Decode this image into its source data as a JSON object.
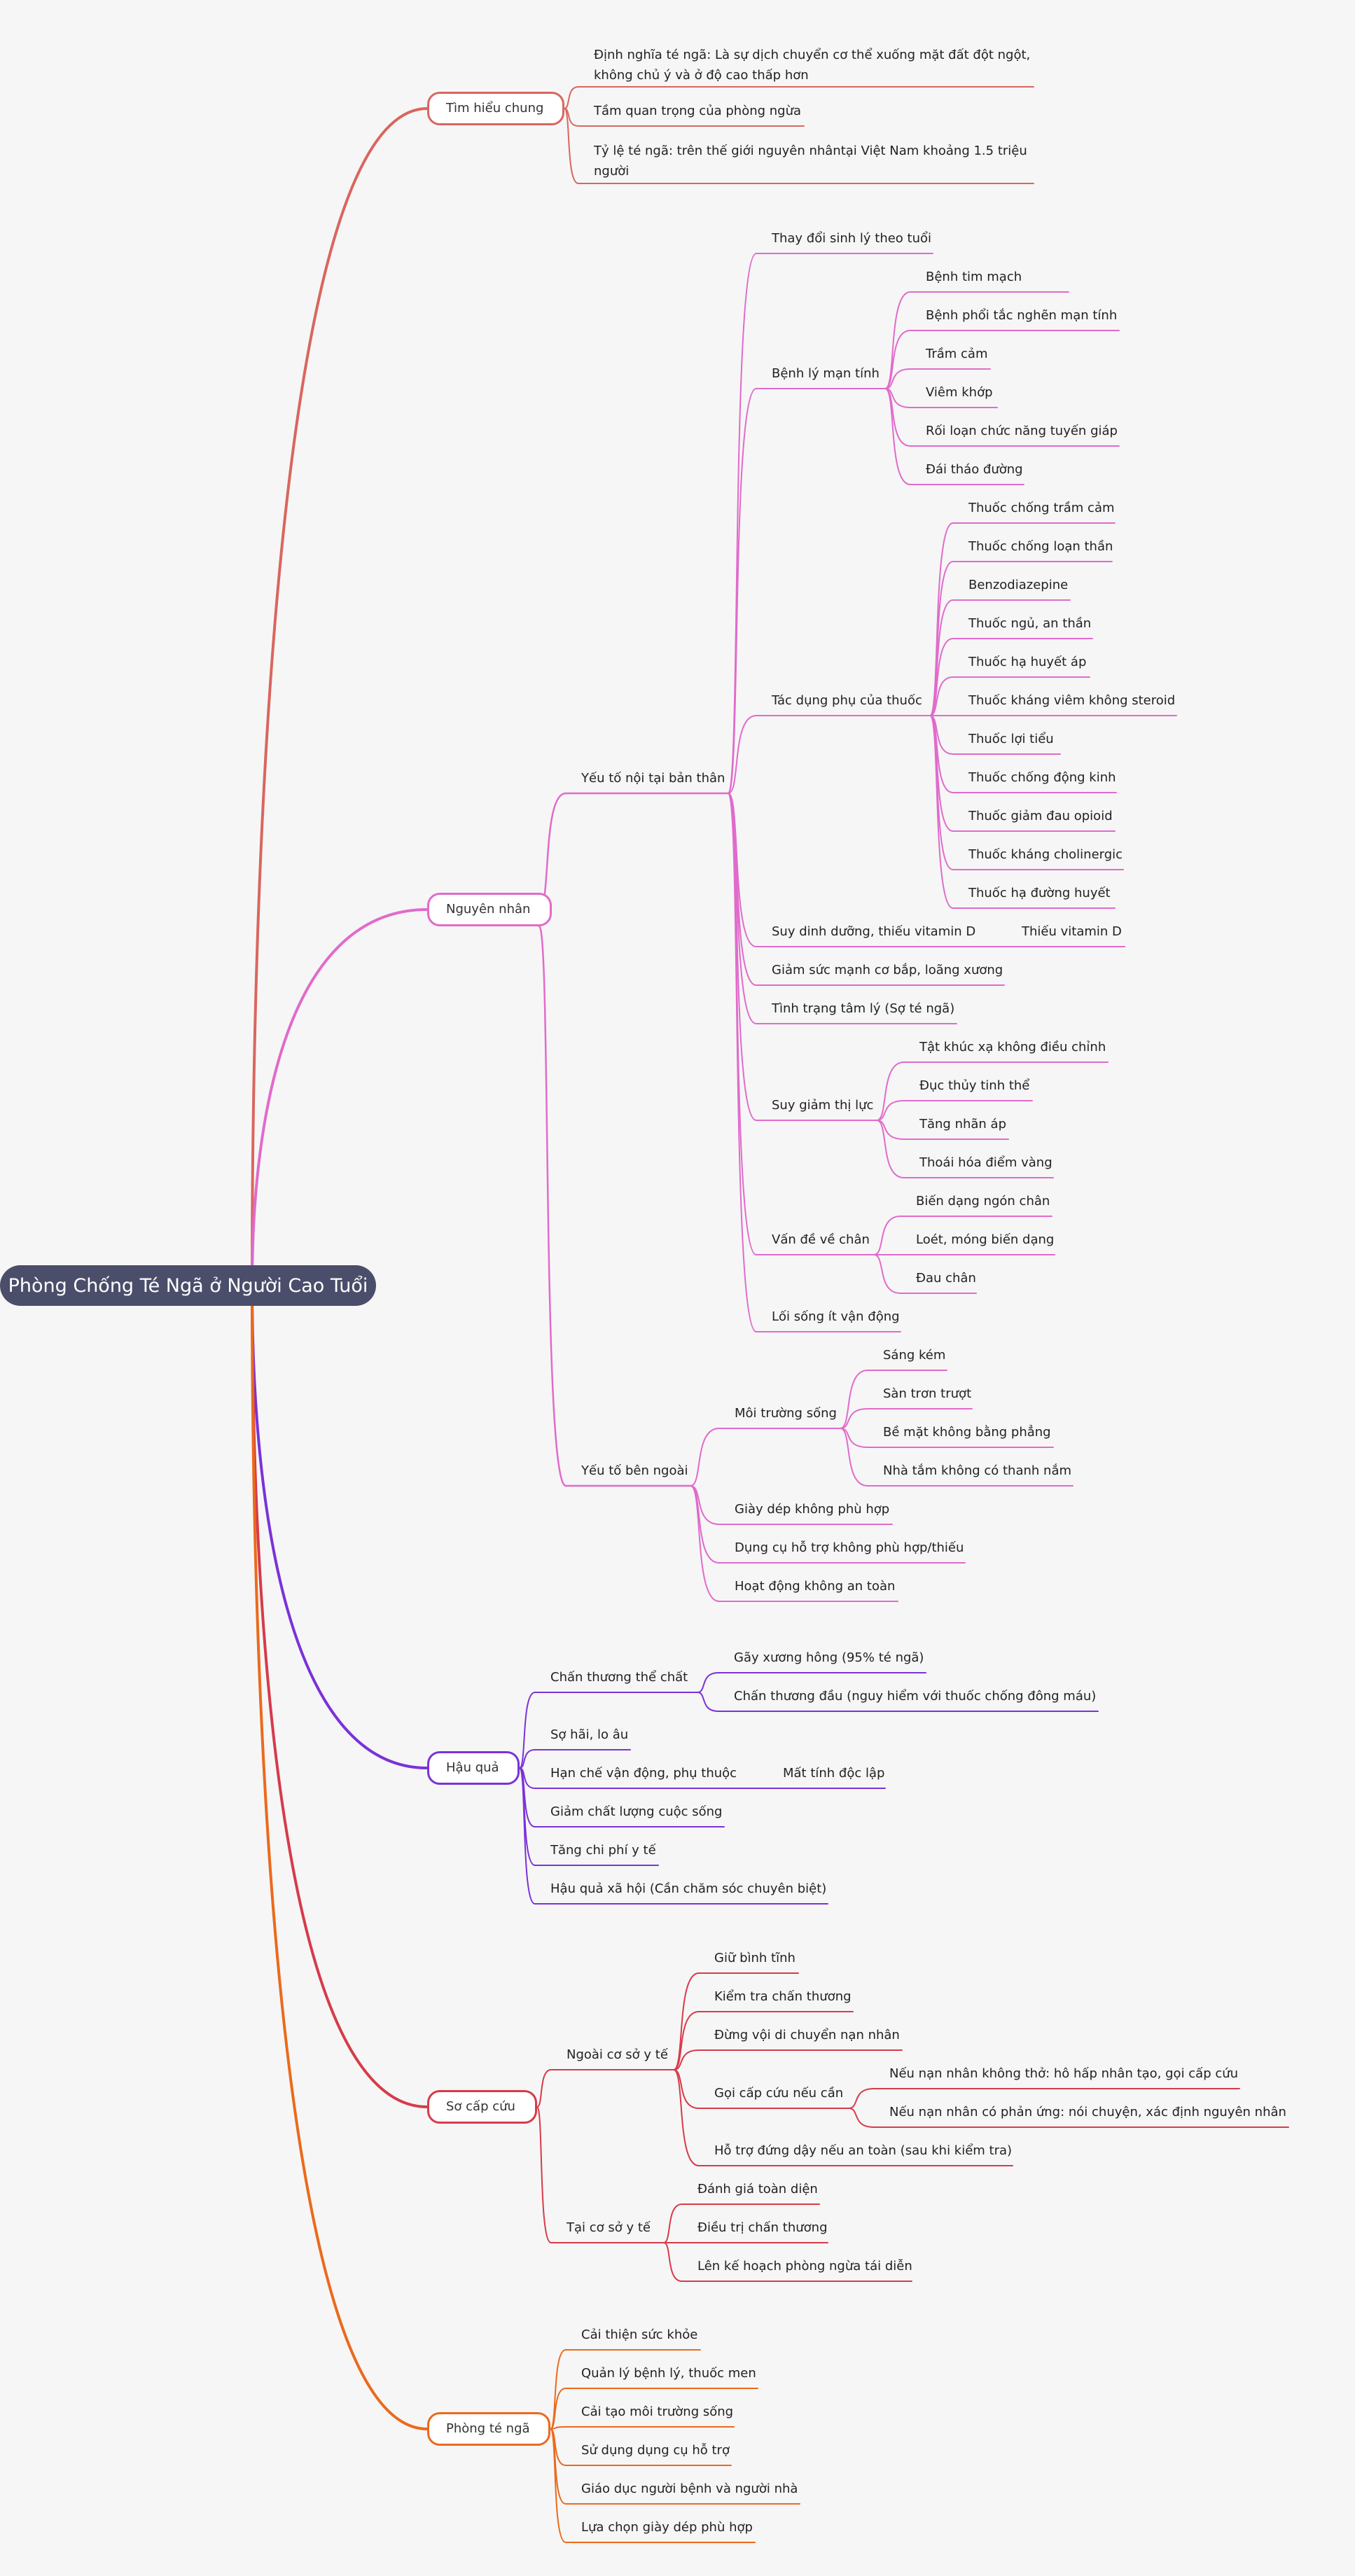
{
  "title": "Phòng Chống Té Ngã ở Người Cao Tuổi",
  "colors": {
    "background": "#f6f6f6",
    "root": "#4a4e6a",
    "tim_hieu_chung": "#d9665f",
    "nguyen_nhan": "#e06bcb",
    "hau_qua": "#7a32d8",
    "so_cap_cuu": "#d63b4a",
    "phong_te_nga": "#ea6a1c"
  },
  "branches": {
    "tim_hieu_chung": {
      "label": "Tìm hiểu chung",
      "items": [
        "Định nghĩa té ngã: Là sự dịch chuyển cơ thể xuống mặt đất đột ngột, không chủ ý và ở độ cao thấp hơn",
        "Tầm quan trọng của phòng ngừa",
        "Tỷ lệ té ngã: trên thế giới nguyên nhântại Việt Nam khoảng 1.5 triệu người"
      ]
    },
    "nguyen_nhan": {
      "label": "Nguyên nhân",
      "noi_tai": {
        "label": "Yếu tố nội tại bản thân",
        "sinh_ly": "Thay đổi sinh lý theo tuổi",
        "benh_ly": {
          "label": "Bệnh lý mạn tính",
          "items": [
            "Bệnh tim mạch",
            "Bệnh phổi tắc nghẽn mạn tính",
            "Trầm cảm",
            "Viêm khớp",
            "Rối loạn chức năng tuyến giáp",
            "Đái tháo đường"
          ]
        },
        "thuoc": {
          "label": "Tác dụng phụ của thuốc",
          "items": [
            "Thuốc chống trầm cảm",
            "Thuốc chống loạn thần",
            "Benzodiazepine",
            "Thuốc ngủ, an thần",
            "Thuốc hạ huyết áp",
            "Thuốc kháng viêm không steroid",
            "Thuốc lợi tiểu",
            "Thuốc chống động kinh",
            "Thuốc giảm đau opioid",
            "Thuốc kháng cholinergic",
            "Thuốc hạ đường huyết"
          ]
        },
        "dinh_duong": {
          "label": "Suy dinh dưỡng, thiếu vitamin D",
          "child": "Thiếu vitamin D"
        },
        "co_bap": "Giảm sức mạnh cơ bắp, loãng xương",
        "tam_ly": "Tình trạng tâm lý (Sợ té ngã)",
        "thi_luc": {
          "label": "Suy giảm thị lực",
          "items": [
            "Tật khúc xạ không điều chỉnh",
            "Đục thủy tinh thể",
            "Tăng nhãn áp",
            "Thoái hóa điểm vàng"
          ]
        },
        "chan": {
          "label": "Vấn đề về chân",
          "items": [
            "Biến dạng ngón chân",
            "Loét, móng biến dạng",
            "Đau chân"
          ]
        },
        "loi_song": "Lối sống ít vận động"
      },
      "ben_ngoai": {
        "label": "Yếu tố bên ngoài",
        "moi_truong": {
          "label": "Môi trường sống",
          "items": [
            "Sáng kém",
            "Sàn trơn trượt",
            "Bề mặt không bằng phẳng",
            "Nhà tắm không có thanh nắm"
          ]
        },
        "items": [
          "Giày dép không phù hợp",
          "Dụng cụ hỗ trợ không phù hợp/thiếu",
          "Hoạt động không an toàn"
        ]
      }
    },
    "hau_qua": {
      "label": "Hậu quả",
      "chan_thuong": {
        "label": "Chấn thương thể chất",
        "items": [
          "Gãy xương hông (95% té ngã)",
          "Chấn thương đầu (nguy hiểm với thuốc chống đông máu)"
        ]
      },
      "so_hai": "Sợ hãi, lo âu",
      "van_dong": {
        "label": "Hạn chế vận động, phụ thuộc",
        "child": "Mất tính độc lập"
      },
      "items": [
        "Giảm chất lượng cuộc sống",
        "Tăng chi phí y tế",
        "Hậu quả xã hội (Cần chăm sóc chuyên biệt)"
      ]
    },
    "so_cap_cuu": {
      "label": "Sơ cấp cứu",
      "ngoai": {
        "label": "Ngoài cơ sở y tế",
        "items_top": [
          "Giữ bình tĩnh",
          "Kiểm tra chấn thương",
          "Đừng vội di chuyển nạn nhân"
        ],
        "goi": {
          "label": "Gọi cấp cứu nếu cần",
          "items": [
            "Nếu nạn nhân không thở: hô hấp nhân tạo, gọi cấp cứu",
            "Nếu nạn nhân có phản ứng: nói chuyện, xác định nguyên nhân"
          ]
        },
        "ho_tro": "Hỗ trợ đứng dậy nếu an toàn (sau khi kiểm tra)"
      },
      "tai": {
        "label": "Tại cơ sở y tế",
        "items": [
          "Đánh giá toàn diện",
          "Điều trị chấn thương",
          "Lên kế hoạch phòng ngừa tái diễn"
        ]
      }
    },
    "phong_te_nga": {
      "label": "Phòng té ngã",
      "items": [
        "Cải thiện sức khỏe",
        "Quản lý bệnh lý, thuốc men",
        "Cải tạo môi trường sống",
        "Sử dụng dụng cụ hỗ trợ",
        "Giáo dục người bệnh và người nhà",
        "Lựa chọn giày dép phù hợp"
      ]
    }
  }
}
